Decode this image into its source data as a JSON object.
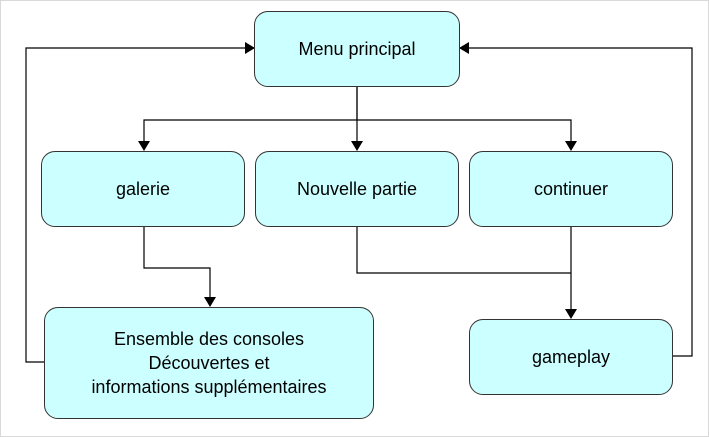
{
  "diagram": {
    "nodes": {
      "menu": {
        "label": "Menu principal"
      },
      "galerie": {
        "label": "galerie"
      },
      "nouvelle": {
        "label": "Nouvelle partie"
      },
      "continuer": {
        "label": "continuer"
      },
      "ensemble": {
        "lines": [
          "Ensemble des consoles",
          "Découvertes et",
          "informations supplémentaires"
        ]
      },
      "gameplay": {
        "label": "gameplay"
      }
    },
    "edges": [
      {
        "from": "menu",
        "to": "galerie"
      },
      {
        "from": "menu",
        "to": "nouvelle"
      },
      {
        "from": "menu",
        "to": "continuer"
      },
      {
        "from": "galerie",
        "to": "ensemble"
      },
      {
        "from": "nouvelle",
        "to": "gameplay"
      },
      {
        "from": "continuer",
        "to": "gameplay"
      },
      {
        "from": "ensemble",
        "to": "menu"
      },
      {
        "from": "gameplay",
        "to": "menu"
      }
    ],
    "colors": {
      "node_fill": "#ccffff",
      "node_border": "#333333",
      "connector": "#000000"
    }
  }
}
